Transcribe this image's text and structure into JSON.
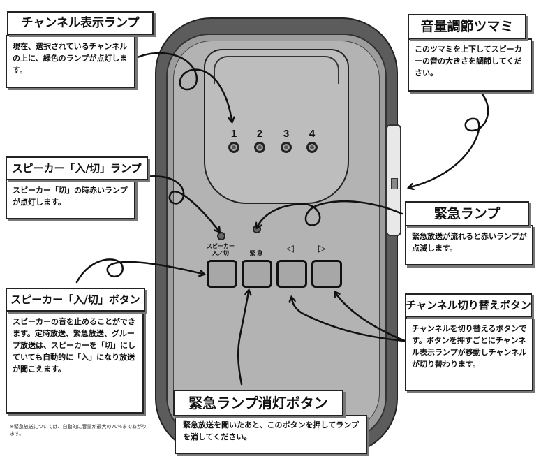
{
  "device": {
    "channel_numbers": [
      "1",
      "2",
      "3",
      "4"
    ],
    "speaker_button_label": "スピーカー\n入／切",
    "emergency_button_label": "緊 急",
    "left_arrow": "◁",
    "right_arrow": "▷"
  },
  "callouts": {
    "channel_lamp": {
      "title": "チャンネル表示ランプ",
      "body": "現在、選択されているチャンネルの上に、緑色のランプが点灯します。"
    },
    "volume_knob": {
      "title": "音量調節ツマミ",
      "body": "このツマミを上下してスピーカーの音の大きさを調節してください。"
    },
    "speaker_lamp": {
      "title": "スピーカー「入/切」ランプ",
      "body": "スピーカー「切」の時赤いランプが点灯します。"
    },
    "emergency_lamp": {
      "title": "緊急ランプ",
      "body": "緊急放送が流れると赤いランプが点滅します。"
    },
    "speaker_button": {
      "title": "スピーカー「入/切」ボタン",
      "body": "スピーカーの音を止めることができます。定時放送、緊急放送、グループ放送は、スピーカーを「切」にしていても自動的に「入」になり放送が聞こえます。"
    },
    "channel_switch": {
      "title": "チャンネル切り替えボタン",
      "body": "チャンネルを切り替えるボタンです。ボタンを押すごとにチャンネル表示ランプが移動しチャンネルが切り替わります。"
    },
    "emergency_off": {
      "title": "緊急ランプ消灯ボタン",
      "body": "緊急放送を聞いたあと、このボタンを押してランプを消してください。"
    }
  },
  "footnote": "※緊急放送については、自動的に音量が最大の70%まであがります。"
}
